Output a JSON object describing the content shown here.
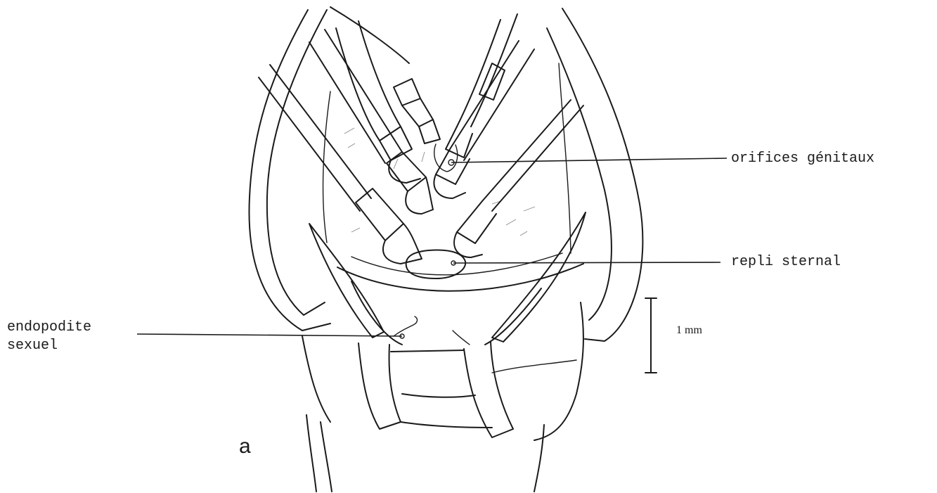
{
  "labels": {
    "orifices": "orifices génitaux",
    "repli": "repli sternal",
    "endopodite_line1": "endopodite",
    "endopodite_line2": "sexuel"
  },
  "scale_bar": {
    "label": "1 mm"
  },
  "panel_letter": "a"
}
